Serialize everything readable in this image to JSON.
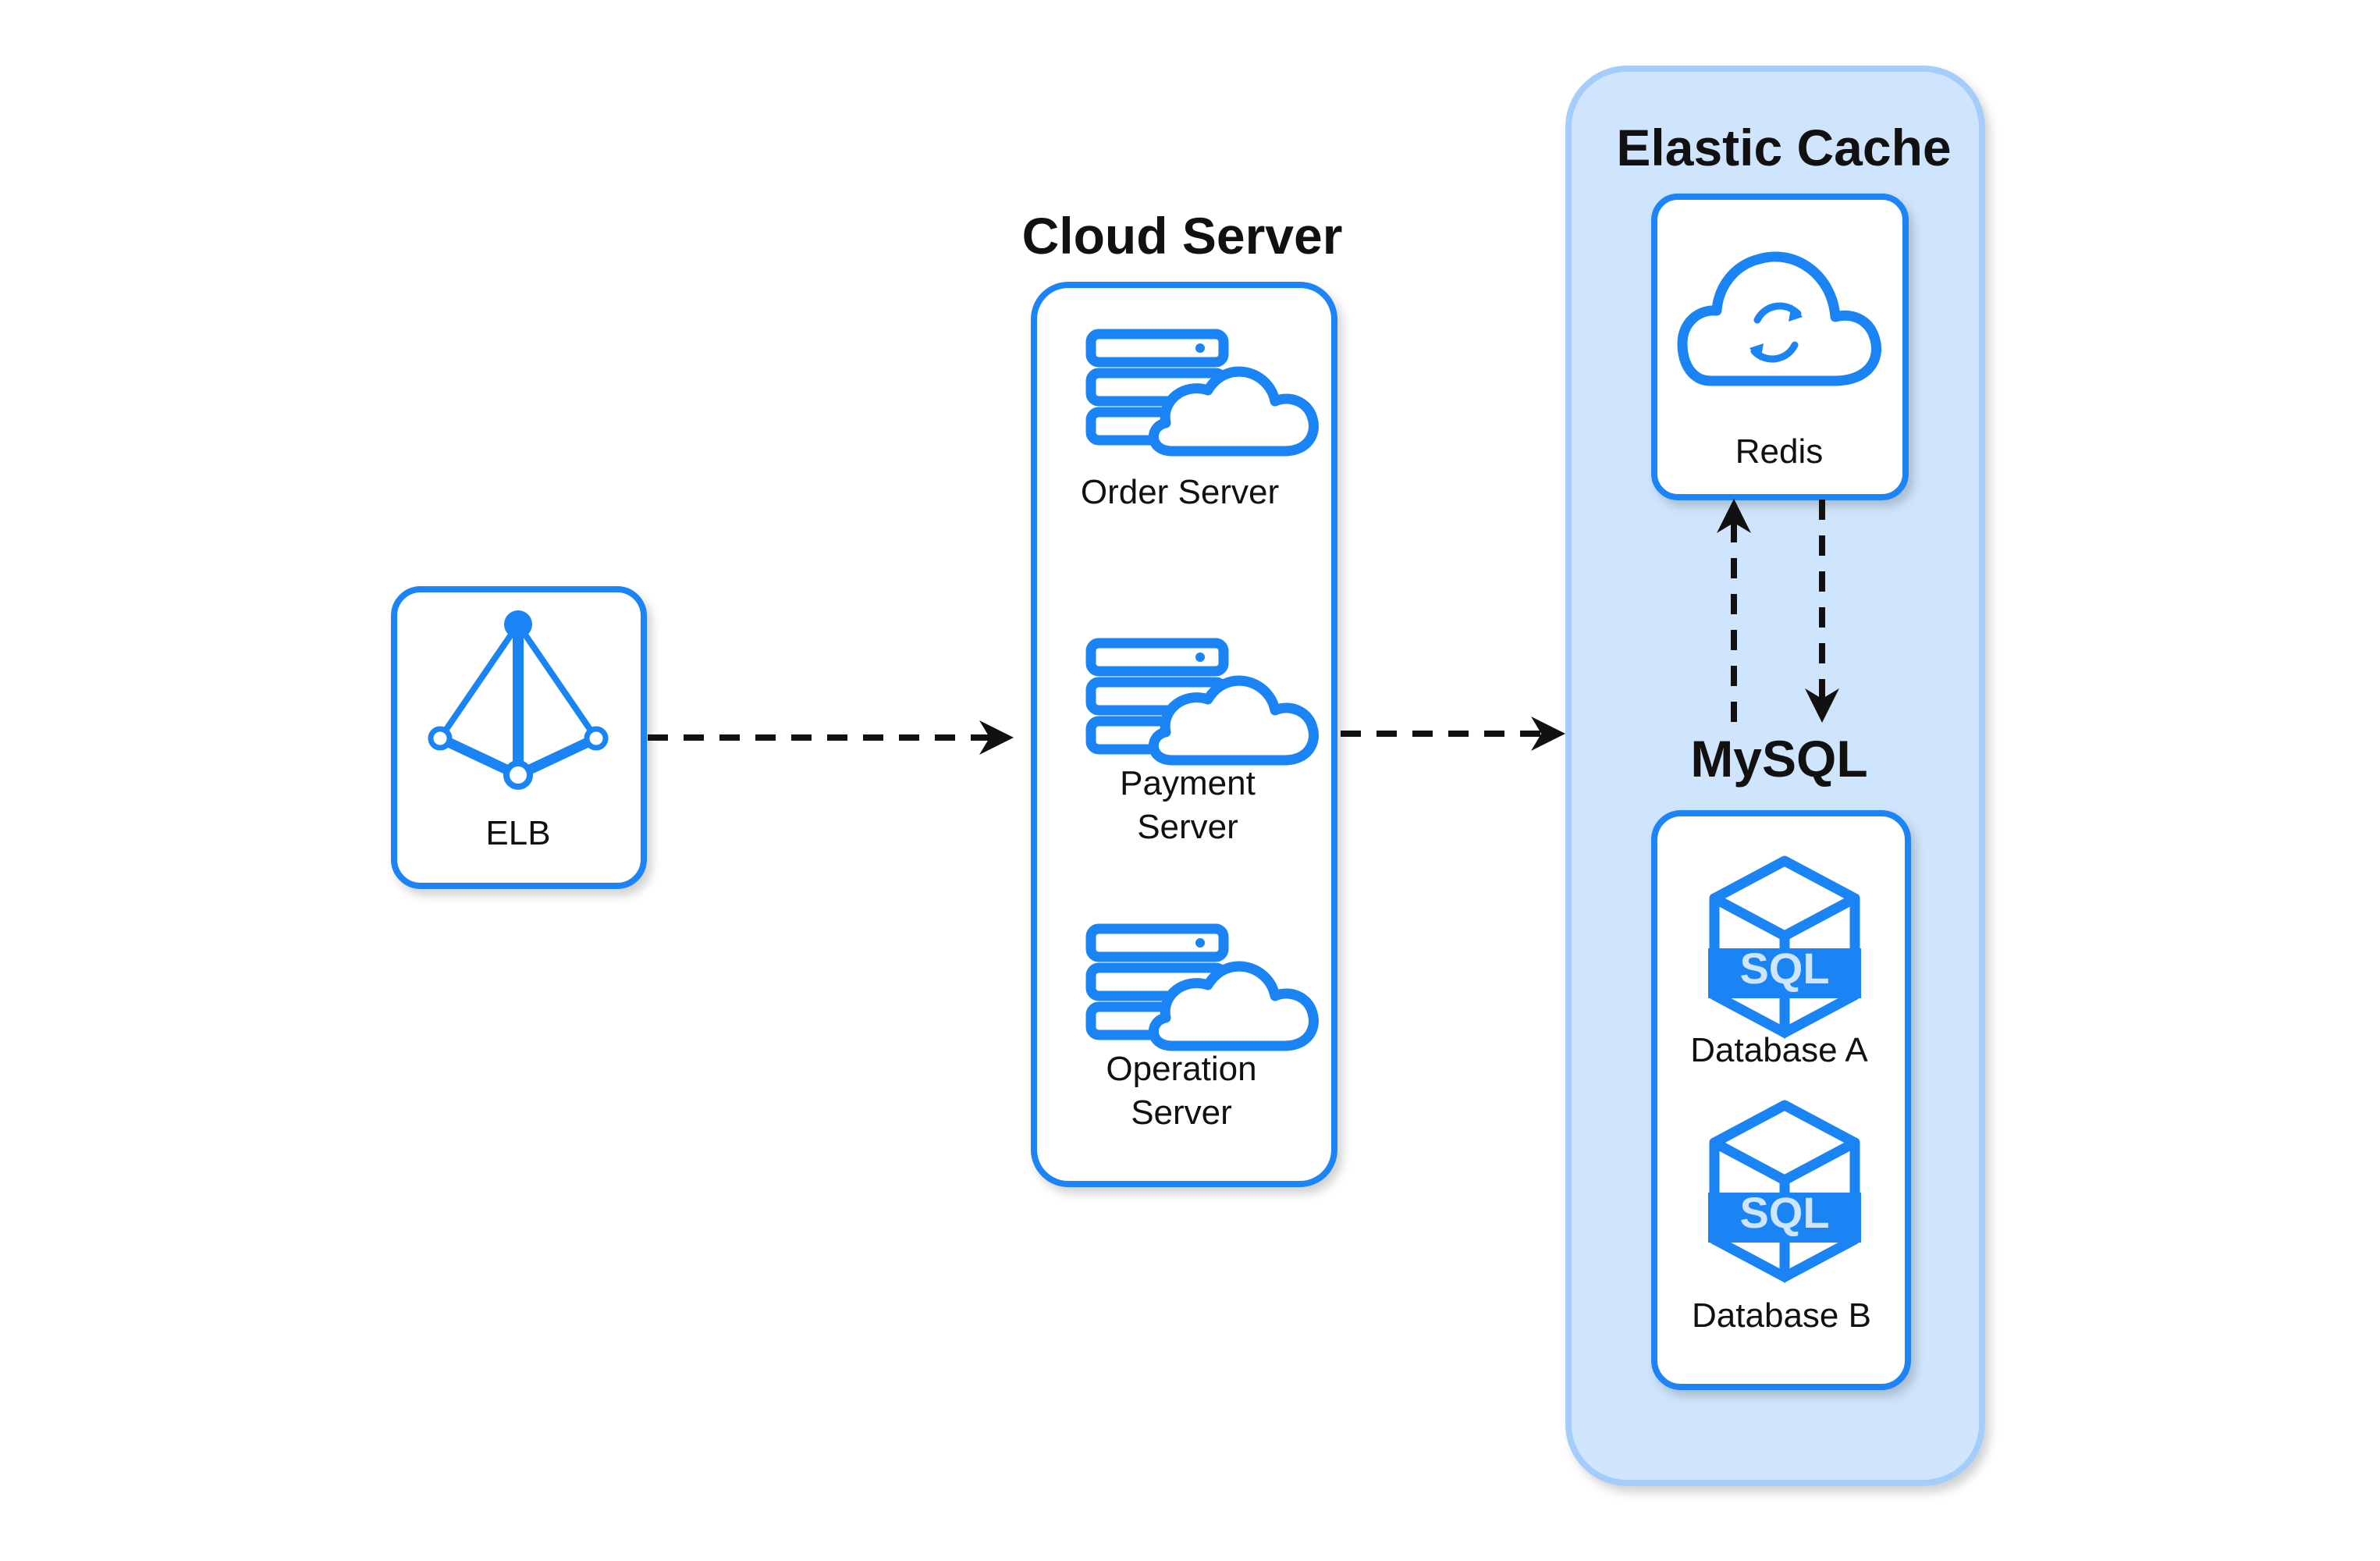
{
  "diagram": {
    "colors": {
      "accent": "#1a84f5",
      "cache_fill": "#cfe5fd",
      "cache_stroke": "#a5cdf9",
      "arrow": "#111111"
    },
    "nodes": {
      "elb": {
        "label": "ELB",
        "icon": "load-balancer-icon"
      },
      "cloud_server": {
        "title": "Cloud Server",
        "servers": [
          {
            "label_lines": [
              "Order Server"
            ],
            "icon": "server-cloud-icon"
          },
          {
            "label_lines": [
              "Payment",
              "Server"
            ],
            "icon": "server-cloud-icon"
          },
          {
            "label_lines": [
              "Operation",
              "Server"
            ],
            "icon": "server-cloud-icon"
          }
        ]
      },
      "elastic_cache": {
        "title": "Elastic Cache",
        "redis": {
          "label": "Redis",
          "icon": "cloud-sync-icon"
        },
        "mysql": {
          "title": "MySQL",
          "databases": [
            {
              "label": "Database A",
              "icon": "sql-database-icon",
              "badge": "SQL"
            },
            {
              "label": "Database B",
              "icon": "sql-database-icon",
              "badge": "SQL"
            }
          ]
        }
      }
    },
    "edges": [
      {
        "from": "ELB",
        "to": "Cloud Server",
        "style": "dashed"
      },
      {
        "from": "Cloud Server",
        "to": "Elastic Cache",
        "style": "dashed"
      },
      {
        "from": "MySQL",
        "to": "Redis",
        "style": "dashed"
      },
      {
        "from": "Redis",
        "to": "MySQL",
        "style": "dashed"
      }
    ]
  }
}
